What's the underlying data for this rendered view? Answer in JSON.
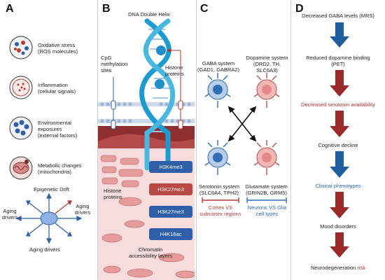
{
  "panel_labels": {
    "a": "A",
    "b": "B",
    "c": "C",
    "d": "D"
  },
  "panel_a": {
    "items": [
      {
        "line1": "Oxidative stress",
        "line2": "(ROS molecules)",
        "icon": "ros-molecules-icon"
      },
      {
        "line1": "Inflammation",
        "line2": "(cellular signals)",
        "icon": "inflammation-cell-icon"
      },
      {
        "line1": "Environmental",
        "line2": "exposures",
        "line3": "(external factors)",
        "icon": "environmental-particles-icon"
      },
      {
        "line1": "Metabolic changes",
        "line2": "(mitochondria)",
        "icon": "mitochondria-icon"
      }
    ],
    "drift_title": "Epigenetic Drift",
    "aging_right_1": "Aging",
    "aging_right_2": "drivers",
    "aging_left_1": "Aging",
    "aging_left_2": "drivers",
    "aging_bottom": "Aging drivers"
  },
  "panel_b": {
    "title": "DNA Double Helix",
    "cpg_1": "CpG",
    "cpg_2": "methylation",
    "cpg_3": "sites",
    "histone_top_1": "Histone",
    "histone_top_2": "proteins",
    "histone_bottom_1": "Histone",
    "histone_bottom_2": "proteins",
    "marks": [
      {
        "label": "H3K4me3",
        "color": "#2f5fa8"
      },
      {
        "label": "H3K27me3",
        "color": "#b84a44"
      },
      {
        "label": "H3K27me3",
        "color": "#2f5fa8"
      },
      {
        "label": "H4K16ac",
        "color": "#2f5fa8"
      }
    ],
    "chromatin_1": "Chromatin",
    "chromatin_2": "accessibility layers"
  },
  "panel_c": {
    "gaba_1": "GABA system",
    "gaba_2": "(GAD1, GABRA2)",
    "dopamine_1": "Dopamine system",
    "dopamine_2": "(DRD2, TH,",
    "dopamine_3": "SLC6A3)",
    "serotonin_1": "Serotonin system",
    "serotonin_2": "(SLC6A4, TPH2)",
    "glutamate_1": "Glutamate system",
    "glutamate_2": "(GRIN2B, GRM5)",
    "cortex_1": "Cortex VS",
    "cortex_2": "subcortex regions",
    "neurons_1": "Neurons VS Glia",
    "neurons_2": "cell types",
    "colors": {
      "blue": "#2f6db5",
      "red": "#b03a3a"
    }
  },
  "panel_d": {
    "steps": [
      {
        "text": "Decreased GABA levels (MRS)"
      },
      {
        "text": "Reduced dopamine binding",
        "text2": "(PET)"
      },
      {
        "text": "Decreased serotonin availability"
      },
      {
        "text": "Cognitive decline"
      },
      {
        "text": "Clinical phenotypes"
      },
      {
        "text": "Mood disorders"
      },
      {
        "text": "Neurodegeneration",
        "text_risk": "risk"
      }
    ],
    "colors": {
      "blue_arrow": "#1f5fa0",
      "red_arrow": "#9b2a2a",
      "red_text": "#a8302e",
      "blue_text": "#2a63a8"
    }
  }
}
